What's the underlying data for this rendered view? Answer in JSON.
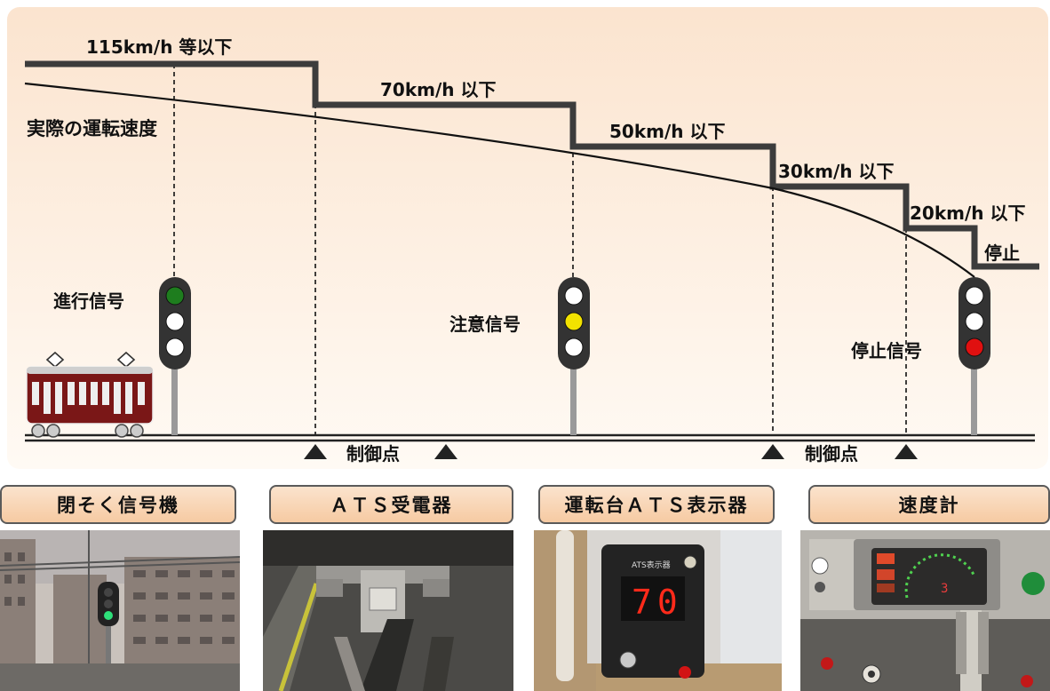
{
  "speed_limits": [
    {
      "label": "115km/h 等以下"
    },
    {
      "label": "70km/h 以下"
    },
    {
      "label": "50km/h 以下"
    },
    {
      "label": "30km/h 以下"
    },
    {
      "label": "20km/h 以下"
    },
    {
      "label": "停止"
    }
  ],
  "actual_speed_label": "実際の運転速度",
  "signals": [
    {
      "label": "進行信号",
      "lit": "green",
      "lit_color": "#1e7d1e"
    },
    {
      "label": "注意信号",
      "lit": "yellow",
      "lit_color": "#f2e200"
    },
    {
      "label": "停止信号",
      "lit": "red",
      "lit_color": "#e01010"
    }
  ],
  "control_points": [
    {
      "label": "制御点"
    },
    {
      "label": "制御点"
    }
  ],
  "captions": [
    {
      "label": "閉そく信号機"
    },
    {
      "label": "ＡＴＳ受電器"
    },
    {
      "label": "運転台ＡＴＳ表示器"
    },
    {
      "label": "速度計"
    }
  ],
  "ats_display": {
    "value": "70",
    "panel_label": "ATS表示器"
  },
  "colors": {
    "background_top": "#fbe7d3",
    "background_bottom": "#fff8f1",
    "limit_line": "#3c3c3c",
    "train_body": "#7a1717",
    "digit_red": "#ff2a1a"
  }
}
